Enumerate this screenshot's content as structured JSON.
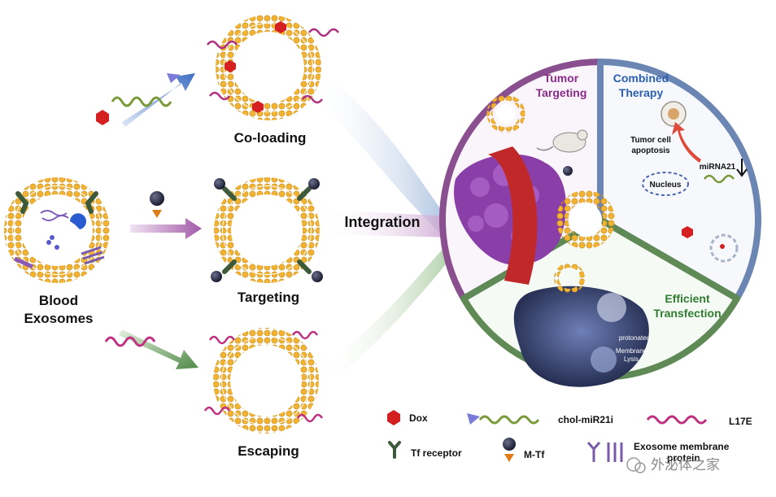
{
  "labels": {
    "blood": "Blood",
    "exosomes": "Exosomes",
    "co_loading": "Co-loading",
    "targeting": "Targeting",
    "escaping": "Escaping",
    "integration": "Integration"
  },
  "wheel": {
    "tumor_line1": "Tumor",
    "tumor_line2": "Targeting",
    "combined_line1": "Combined",
    "combined_line2": "Therapy",
    "apoptosis_line1": "Tumor cell",
    "apoptosis_line2": "apoptosis",
    "mirna": "miRNA21",
    "nucleus": "Nucleus",
    "efficient_line1": "Efficient",
    "efficient_line2": "Transfection",
    "protonated": "protonated",
    "membrane_line1": "Membrane",
    "membrane_line2": "Lysis"
  },
  "legend": {
    "dox": "Dox",
    "chol": "chol-miR21i",
    "l17e": "L17E",
    "tf_receptor": "Tf receptor",
    "mtf": "M-Tf",
    "exo_line1": "Exosome membrane",
    "exo_line2": "protein"
  },
  "watermark": "外泌体之家",
  "colors": {
    "lipid_head": "#f2b233",
    "purple": "#8a2a8a",
    "blue": "#2b5fb0",
    "green": "#2f7d2f",
    "dox_red": "#d42020",
    "tf_green": "#3d5a3a"
  }
}
